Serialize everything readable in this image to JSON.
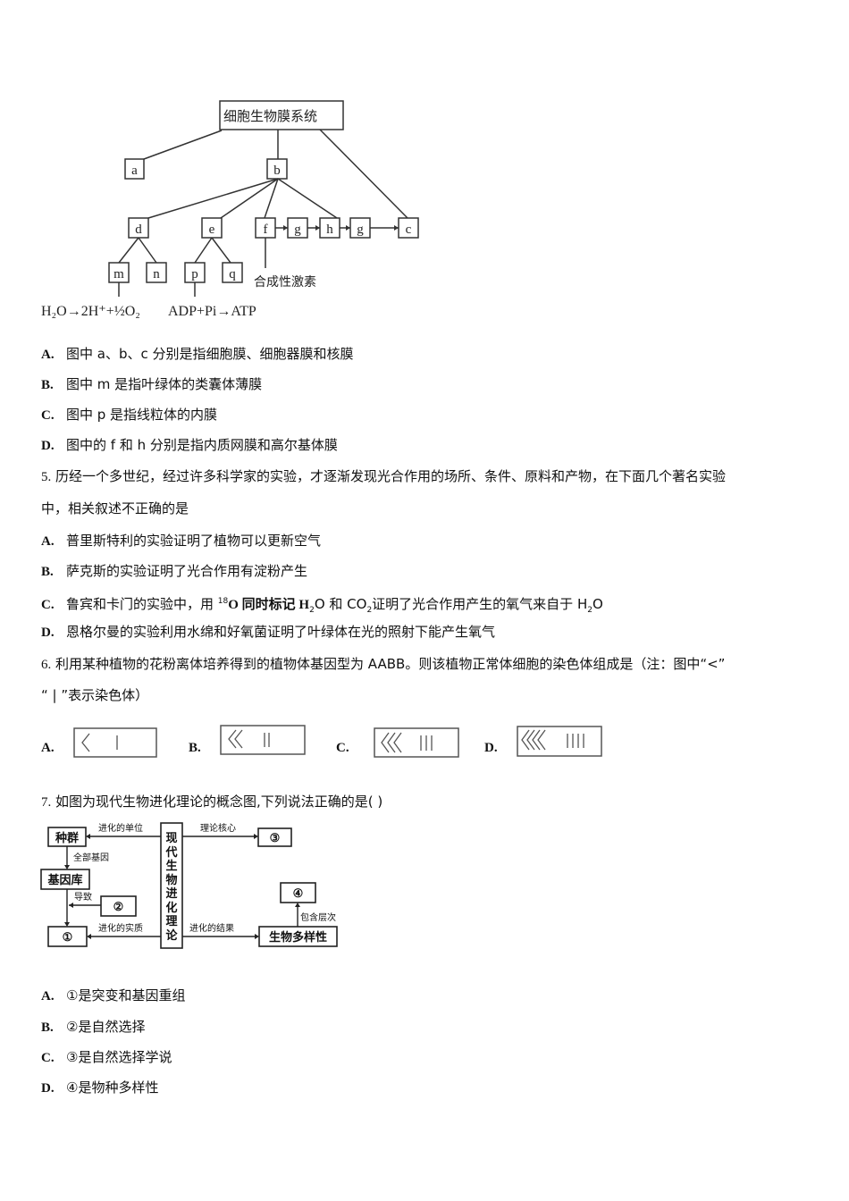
{
  "q4_figure": {
    "root": "细胞生物膜系统",
    "nodes": {
      "a": "a",
      "b": "b",
      "c": "c",
      "d": "d",
      "e": "e",
      "f": "f",
      "g1": "g",
      "h": "h",
      "g2": "g",
      "m": "m",
      "n": "n",
      "p": "p",
      "q": "q"
    },
    "f_label": "合成性激素",
    "m_equation": "H₂O→2H⁺+½O₂",
    "p_equation": "ADP+Pi→ATP"
  },
  "q4_options": [
    {
      "letter": "A.",
      "text": "图中 a、b、c 分别是指细胞膜、细胞器膜和核膜"
    },
    {
      "letter": "B.",
      "text": "图中 m 是指叶绿体的类囊体薄膜"
    },
    {
      "letter": "C.",
      "text": "图中 p 是指线粒体的内膜"
    },
    {
      "letter": "D.",
      "text": "图中的 f 和 h 分别是指内质网膜和高尔基体膜"
    }
  ],
  "q5": {
    "number": "5.",
    "stem_line1": "历经一个多世纪，经过许多科学家的实验，才逐渐发现光合作用的场所、条件、原料和产物，在下面几个著名实验",
    "stem_line2": "中，相关叙述不正确的是",
    "options": [
      {
        "letter": "A.",
        "text": "普里斯特利的实验证明了植物可以更新空气"
      },
      {
        "letter": "B.",
        "text": "萨克斯的实验证明了光合作用有淀粉产生"
      },
      {
        "letter": "C.",
        "text_parts": [
          "鲁宾和卡门的实验中，用 ",
          "18",
          "O 同时标记 H",
          "2",
          "O 和 CO",
          "2",
          "证明了光合作用产生的氧气来自于 H",
          "2",
          "O"
        ]
      },
      {
        "letter": "D.",
        "text": "恩格尔曼的实验利用水绵和好氧菌证明了叶绿体在光的照射下能产生氧气"
      }
    ]
  },
  "q6": {
    "number": "6.",
    "stem_line1": "利用某种植物的花粉离体培养得到的植物体基因型为 AABB。则该植物正常体细胞的染色体组成是（注：图中“<”",
    "stem_line2": "“ | ”表示染色体）",
    "options": [
      {
        "letter": "A.",
        "chevrons": 1,
        "bars": 1
      },
      {
        "letter": "B.",
        "chevrons": 2,
        "bars": 2
      },
      {
        "letter": "C.",
        "chevrons": 3,
        "bars": 3
      },
      {
        "letter": "D.",
        "chevrons": 4,
        "bars": 4
      }
    ]
  },
  "q7": {
    "number": "7.",
    "stem": "如图为现代生物进化理论的概念图,下列说法正确的是(        )",
    "figure": {
      "center": "现代生物进化理论",
      "population": "种群",
      "gene_pool": "基因库",
      "circle1": "①",
      "circle2": "②",
      "circle3": "③",
      "circle4": "④",
      "diversity": "生物多样性",
      "label_unit": "进化的单位",
      "label_all_genes": "全部基因",
      "label_cause": "导致",
      "label_essence": "进化的实质",
      "label_core": "理论核心",
      "label_result": "进化的结果",
      "label_levels": "包含层次"
    },
    "options": [
      {
        "letter": "A.",
        "text": "①是突变和基因重组"
      },
      {
        "letter": "B.",
        "text": "②是自然选择"
      },
      {
        "letter": "C.",
        "text": "③是自然选择学说"
      },
      {
        "letter": "D.",
        "text": "④是物种多样性"
      }
    ]
  }
}
